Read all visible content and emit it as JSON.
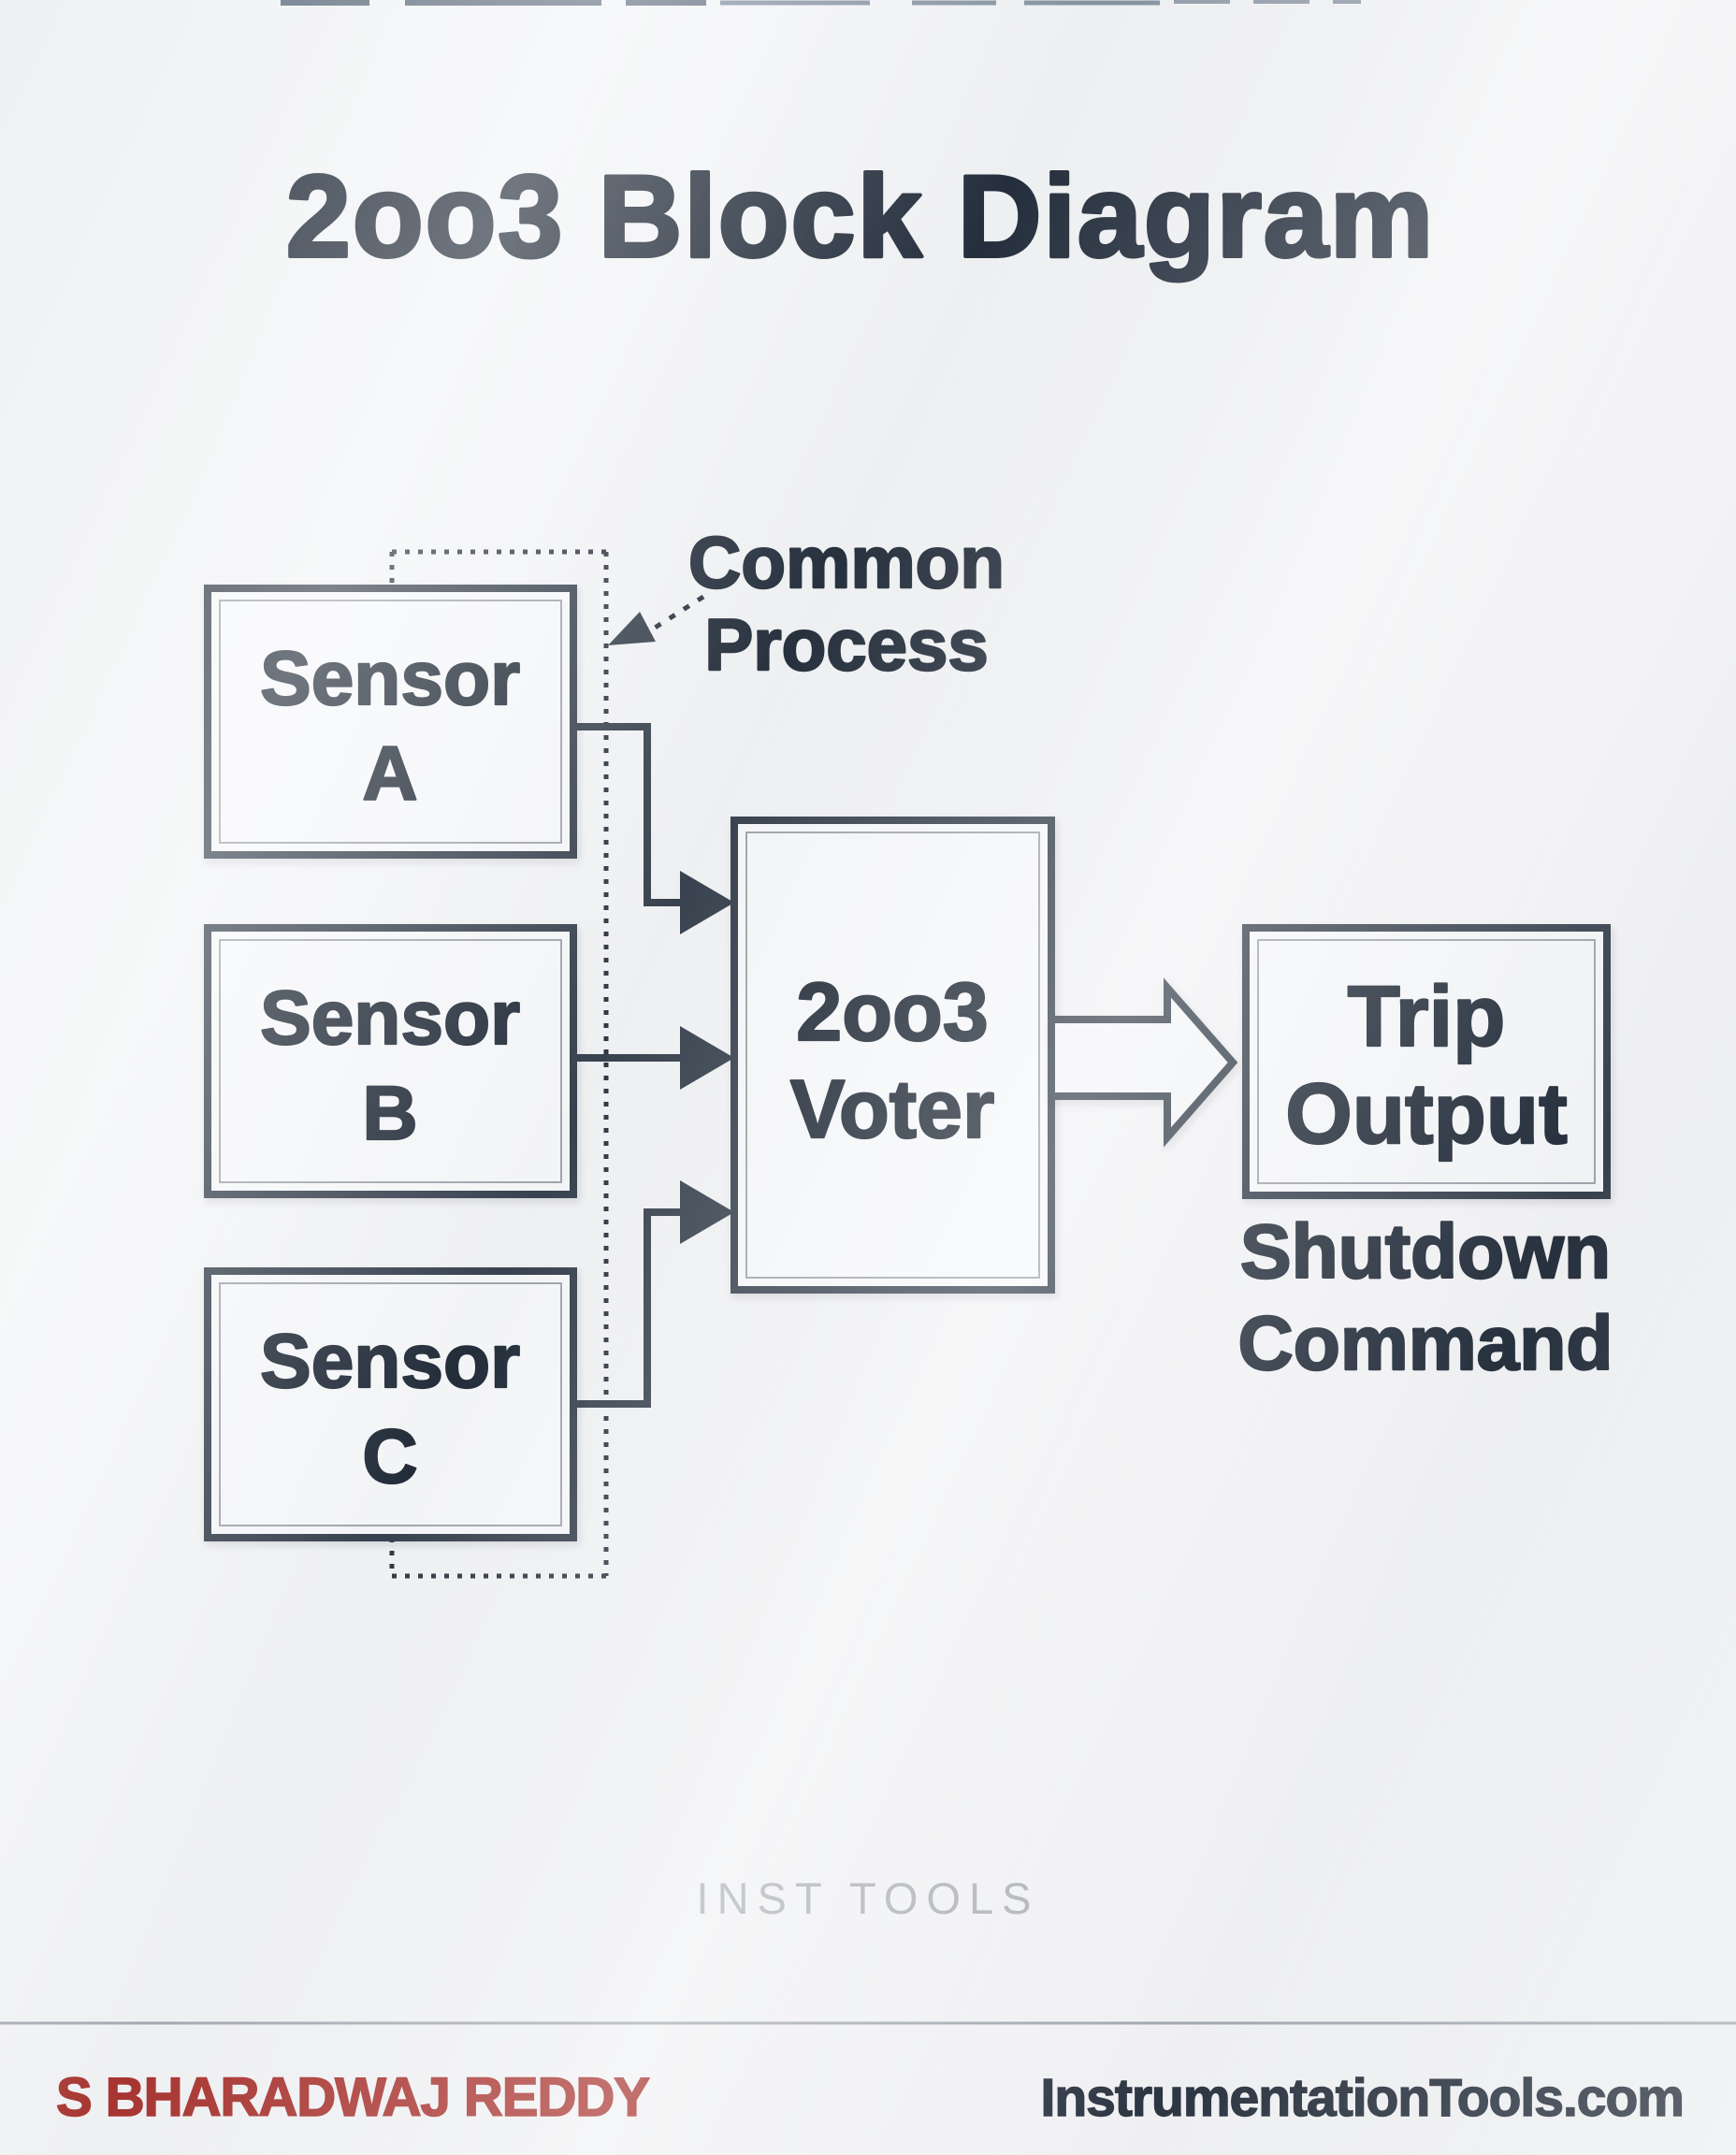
{
  "title": "2oo3 Block Diagram",
  "diagram": {
    "sensors": [
      {
        "line1": "Sensor",
        "line2": "A"
      },
      {
        "line1": "Sensor",
        "line2": "B"
      },
      {
        "line1": "Sensor",
        "line2": "C"
      }
    ],
    "voter": {
      "line1": "2oo3",
      "line2": "Voter"
    },
    "trip_output": {
      "line1": "Trip",
      "line2": "Output"
    },
    "labels": {
      "common_process": {
        "line1": "Common",
        "line2": "Process"
      },
      "shutdown_command": {
        "line1": "Shutdown",
        "line2": "Command"
      }
    }
  },
  "watermark": "INST TOOLS",
  "footer": {
    "author": "S BHARADWAJ REDDY",
    "website": "InstrumentationTools.com"
  },
  "colors": {
    "line": "#39434f",
    "text": "#232d3a",
    "accent_red": "#a93531",
    "watermark_gray": "#b1b4ba",
    "footer_text": "#2c3542",
    "divider_gray": "#a6acb2"
  }
}
